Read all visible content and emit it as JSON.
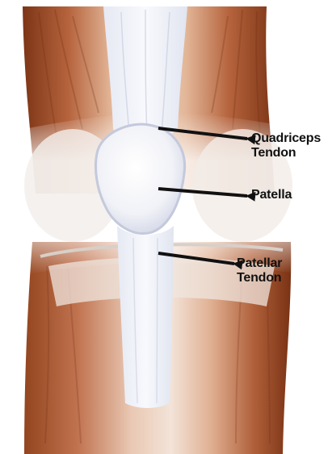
{
  "labels": {
    "quadriceps_tendon": {
      "line1": "Quadriceps",
      "line2": "Tendon"
    },
    "patella": {
      "line1": "Patella"
    },
    "patellar_tendon": {
      "line1": "Patellar",
      "line2": "Tendon"
    }
  },
  "colors": {
    "muscle_dark": "#8a3f1f",
    "muscle_mid": "#b96a45",
    "muscle_light": "#dca07e",
    "tendon": "#eef0f6",
    "arrow": "#111111"
  }
}
